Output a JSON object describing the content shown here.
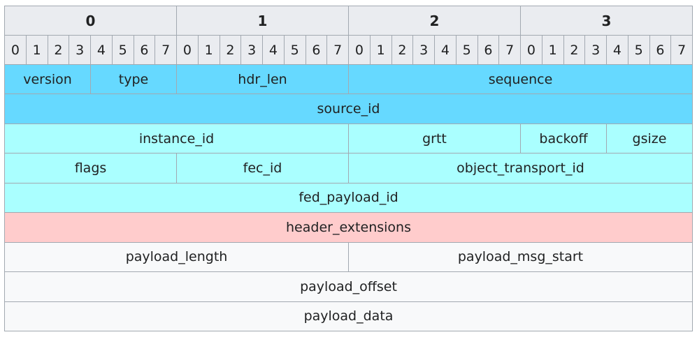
{
  "colors": {
    "header_bg": "#eaecf0",
    "border": "#a2a9b1",
    "common_header": "#66d9ff",
    "data_header": "#aaffff",
    "extension": "#ffcccc",
    "payload": "#f8f9fa"
  },
  "bytes": [
    "0",
    "1",
    "2",
    "3"
  ],
  "bits": [
    "0",
    "1",
    "2",
    "3",
    "4",
    "5",
    "6",
    "7"
  ],
  "rows": [
    [
      {
        "label": "version",
        "span": 4,
        "color": "common_header"
      },
      {
        "label": "type",
        "span": 4,
        "color": "common_header"
      },
      {
        "label": "hdr_len",
        "span": 8,
        "color": "common_header"
      },
      {
        "label": "sequence",
        "span": 16,
        "color": "common_header"
      }
    ],
    [
      {
        "label": "source_id",
        "span": 32,
        "color": "common_header"
      }
    ],
    [
      {
        "label": "instance_id",
        "span": 16,
        "color": "data_header"
      },
      {
        "label": "grtt",
        "span": 8,
        "color": "data_header"
      },
      {
        "label": "backoff",
        "span": 4,
        "color": "data_header"
      },
      {
        "label": "gsize",
        "span": 4,
        "color": "data_header"
      }
    ],
    [
      {
        "label": "flags",
        "span": 8,
        "color": "data_header"
      },
      {
        "label": "fec_id",
        "span": 8,
        "color": "data_header"
      },
      {
        "label": "object_transport_id",
        "span": 16,
        "color": "data_header"
      }
    ],
    [
      {
        "label": "fed_payload_id",
        "span": 32,
        "color": "data_header"
      }
    ],
    [
      {
        "label": "header_extensions",
        "span": 32,
        "color": "extension"
      }
    ],
    [
      {
        "label": "payload_length",
        "span": 16,
        "color": "payload"
      },
      {
        "label": "payload_msg_start",
        "span": 16,
        "color": "payload"
      }
    ],
    [
      {
        "label": "payload_offset",
        "span": 32,
        "color": "payload"
      }
    ],
    [
      {
        "label": "payload_data",
        "span": 32,
        "color": "payload"
      }
    ]
  ]
}
